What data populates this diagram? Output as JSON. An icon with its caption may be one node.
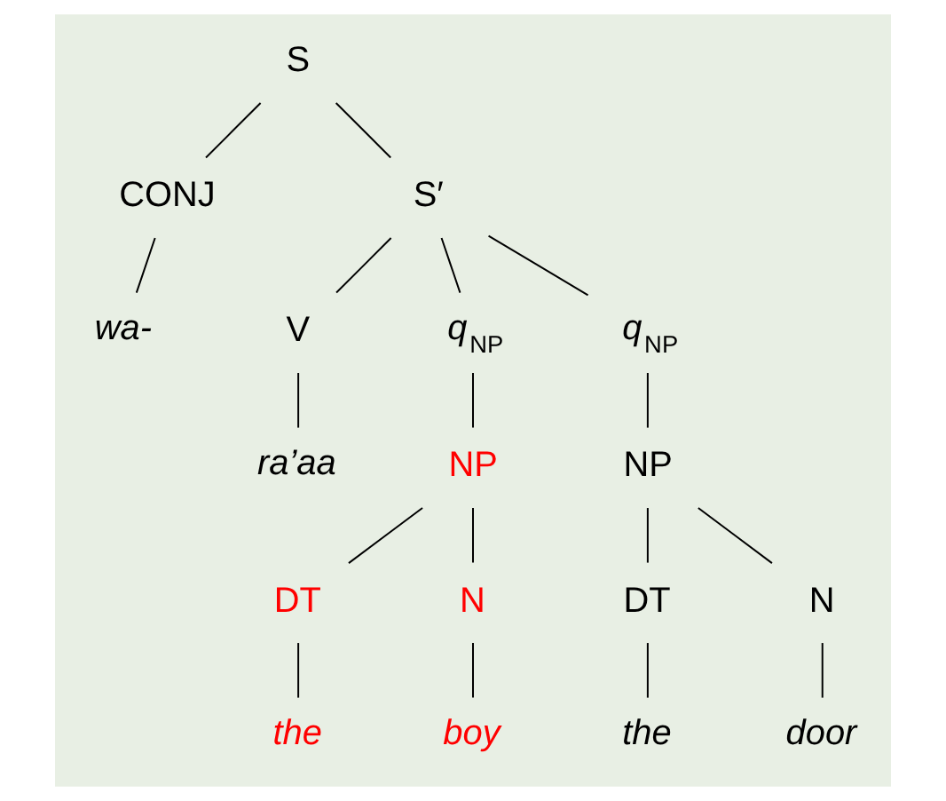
{
  "diagram": {
    "nodes": [
      {
        "text": [
          "S"
        ]
      },
      {
        "text": [
          "CONJ"
        ]
      },
      {
        "text": [
          "S′"
        ]
      },
      {
        "text": [
          "wa-"
        ]
      },
      {
        "text": [
          "V"
        ]
      },
      {
        "text": [
          "*q*$_{NP}$"
        ]
      },
      {
        "text": [
          "*q*$_{NP}$"
        ]
      },
      {
        "text": [
          "ra’aa"
        ]
      },
      {
        "text": [
          "NP"
        ]
      },
      {
        "text": [
          "NP"
        ]
      },
      {
        "text": [
          "DT"
        ]
      },
      {
        "text": [
          "N"
        ]
      },
      {
        "text": [
          "DT"
        ]
      },
      {
        "text": [
          "N"
        ]
      },
      {
        "text": [
          "the"
        ]
      },
      {
        "text": [
          "boy"
        ]
      },
      {
        "text": [
          "the"
        ]
      },
      {
        "text": [
          "door"
        ]
      }
    ],
    "edges": [
      {
        "from": 0,
        "to": 1,
        "arrow": "none"
      },
      {
        "from": 0,
        "to": 2,
        "arrow": "none"
      },
      {
        "from": 1,
        "to": 3,
        "arrow": "none"
      },
      {
        "from": 2,
        "to": 4,
        "arrow": "none"
      },
      {
        "from": 2,
        "to": 5,
        "arrow": "none"
      },
      {
        "from": 2,
        "to": 6,
        "arrow": "none"
      },
      {
        "from": 4,
        "to": 7,
        "arrow": "none"
      },
      {
        "from": 5,
        "to": 8,
        "arrow": "none"
      },
      {
        "from": 6,
        "to": 9,
        "arrow": "none"
      },
      {
        "from": 8,
        "to": 10,
        "arrow": "none"
      },
      {
        "from": 8,
        "to": 11,
        "arrow": "none"
      },
      {
        "from": 9,
        "to": 12,
        "arrow": "none"
      },
      {
        "from": 9,
        "to": 13,
        "arrow": "none"
      },
      {
        "from": 10,
        "to": 14,
        "arrow": "none"
      },
      {
        "from": 11,
        "to": 15,
        "arrow": "none"
      },
      {
        "from": 12,
        "to": 16,
        "arrow": "none"
      },
      {
        "from": 13,
        "to": 17,
        "arrow": "none"
      }
    ]
  }
}
